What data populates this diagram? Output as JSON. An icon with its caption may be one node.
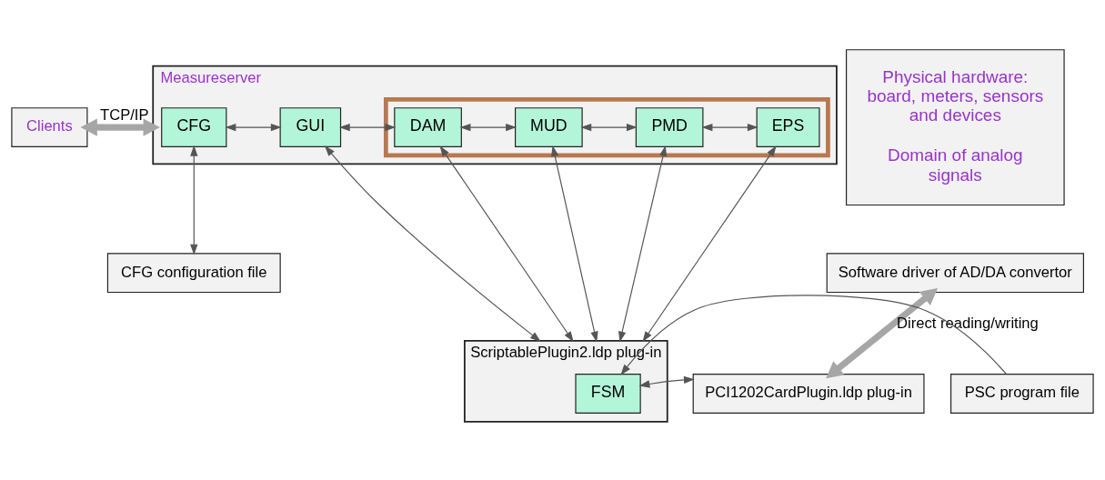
{
  "diagram": {
    "nodes": [
      {
        "text": [
          "Clients"
        ]
      },
      {
        "text": [
          "Measureserver"
        ]
      },
      {
        "text": [
          "CFG"
        ],
        "in": 1
      },
      {
        "text": [
          "GUI"
        ],
        "in": 1
      },
      {
        "text": [],
        "shape": "box",
        "in": 1
      },
      {
        "text": [
          "DAM"
        ],
        "in": 4
      },
      {
        "text": [
          "MUD"
        ],
        "in": 4
      },
      {
        "text": [
          "PMD"
        ],
        "in": 4
      },
      {
        "text": [
          "EPS"
        ],
        "in": 4
      },
      {
        "text": [
          "CFG configuration file"
        ]
      },
      {
        "text": [
          "Physical hardware: board, meters, sensors and devices",
          "Domain of analog signals"
        ]
      },
      {
        "text": [
          "Software driver of AD/DA convertor"
        ]
      },
      {
        "text": [
          "ScriptablePlugin2.ldp plug-in"
        ]
      },
      {
        "text": [
          "FSM"
        ],
        "in": 12
      },
      {
        "text": [
          "PSC program file"
        ]
      },
      {
        "text": [
          "PCI1202CardPlugin.ldp plug-in"
        ]
      }
    ],
    "edges": [
      {
        "from": 0,
        "to": 1,
        "arrow": "both",
        "label": "TCP/IP",
        "style": "thick"
      },
      {
        "from": 2,
        "to": 3,
        "arrow": "both"
      },
      {
        "from": 3,
        "to": 5,
        "arrow": "both"
      },
      {
        "from": 5,
        "to": 6,
        "arrow": "both"
      },
      {
        "from": 6,
        "to": 7,
        "arrow": "both"
      },
      {
        "from": 7,
        "to": 8,
        "arrow": "both"
      },
      {
        "from": 2,
        "to": 9,
        "arrow": "both"
      },
      {
        "from": 3,
        "to": 12,
        "arrow": "both"
      },
      {
        "from": 5,
        "to": 12,
        "arrow": "both"
      },
      {
        "from": 6,
        "to": 12,
        "arrow": "both"
      },
      {
        "from": 7,
        "to": 12,
        "arrow": "both"
      },
      {
        "from": 8,
        "to": 12,
        "arrow": "both"
      },
      {
        "from": 14,
        "to": 13,
        "arrow": "to"
      },
      {
        "from": 13,
        "to": 15,
        "arrow": "both"
      },
      {
        "from": 11,
        "to": 15,
        "arrow": "both",
        "label": "Direct reading/writing",
        "style": "thick"
      }
    ]
  }
}
